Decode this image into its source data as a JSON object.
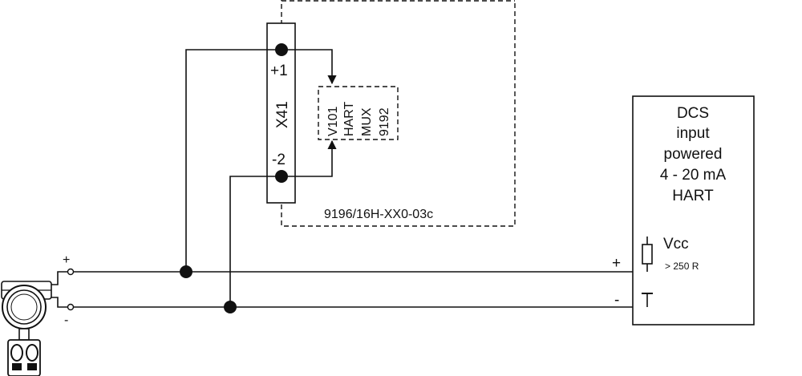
{
  "module": {
    "label": "9196/16H-XX0-03c"
  },
  "terminal": {
    "name": "X41",
    "pin1": "+1",
    "pin2": "-2"
  },
  "mux": {
    "lines": [
      "V101",
      "HART",
      "MUX",
      "9192"
    ]
  },
  "dcs": {
    "lines": [
      "DCS",
      "input",
      "powered",
      "4 - 20 mA",
      "HART"
    ],
    "vcc": "Vcc",
    "resistor": "> 250 R",
    "plus": "+",
    "minus": "-"
  },
  "transmitter": {
    "plus": "+",
    "minus": "-"
  }
}
